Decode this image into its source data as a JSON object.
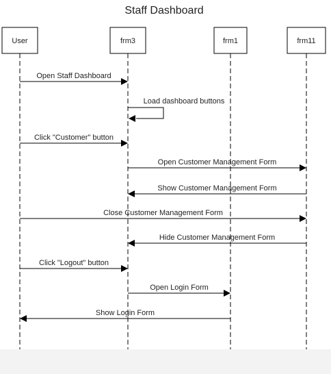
{
  "diagram": {
    "title": "Staff Dashboard",
    "participants": [
      {
        "id": "user",
        "label": "User"
      },
      {
        "id": "frm3",
        "label": "frm3"
      },
      {
        "id": "frm1",
        "label": "frm1"
      },
      {
        "id": "frm11",
        "label": "frm11"
      }
    ],
    "messages": [
      {
        "from": "user",
        "to": "frm3",
        "label": "Open Staff Dashboard"
      },
      {
        "from": "frm3",
        "to": "frm3",
        "label": "Load dashboard buttons"
      },
      {
        "from": "user",
        "to": "frm3",
        "label": "Click \"Customer\" button"
      },
      {
        "from": "frm3",
        "to": "frm11",
        "label": "Open Customer Management Form"
      },
      {
        "from": "frm11",
        "to": "frm3",
        "label": "Show Customer Management Form"
      },
      {
        "from": "user",
        "to": "frm11",
        "label": "Close Customer Management Form"
      },
      {
        "from": "frm11",
        "to": "frm3",
        "label": "Hide Customer Management Form"
      },
      {
        "from": "user",
        "to": "frm3",
        "label": "Click \"Logout\" button"
      },
      {
        "from": "frm3",
        "to": "frm1",
        "label": "Open Login Form"
      },
      {
        "from": "frm1",
        "to": "user",
        "label": "Show Login Form"
      }
    ]
  }
}
